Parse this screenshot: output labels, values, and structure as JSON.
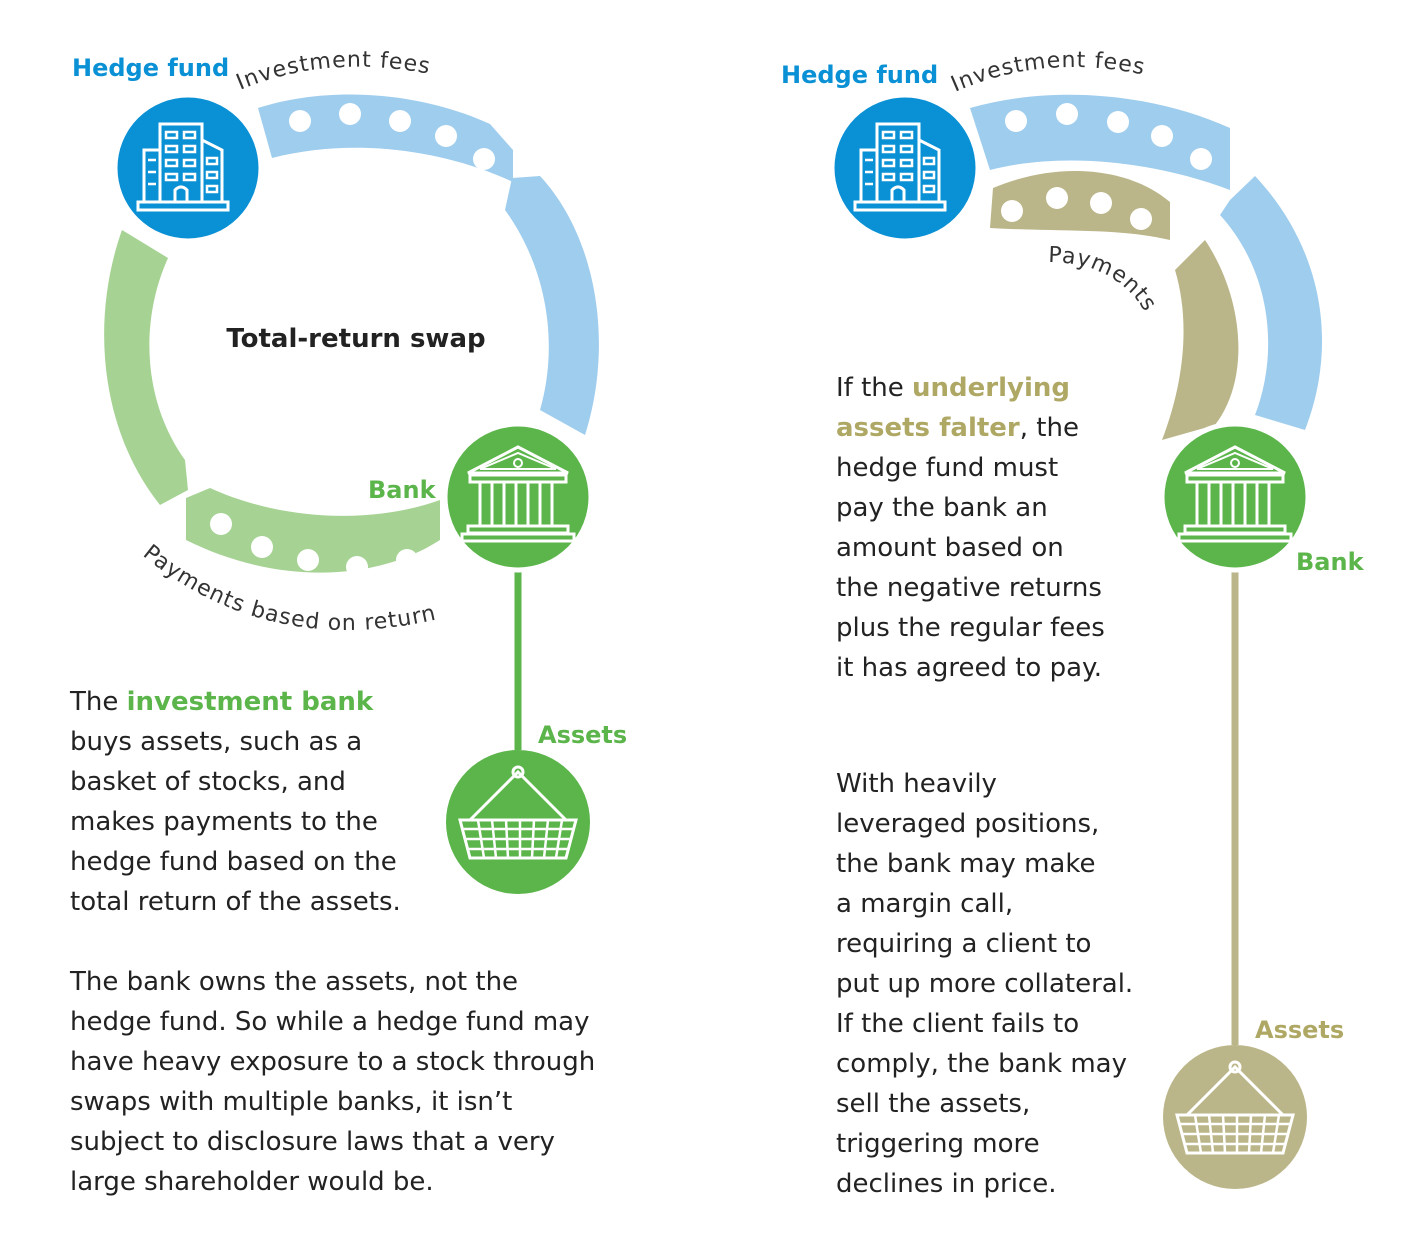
{
  "colors": {
    "blue": "#0a90d4",
    "light_blue": "#9fcdee",
    "green": "#5bb54a",
    "light_green": "#a6d394",
    "khaki": "#bbb689",
    "khaki_text": "#aea864"
  },
  "left": {
    "title": "Total-return swap",
    "hedge_fund_label": "Hedge fund",
    "bank_label": "Bank",
    "assets_label": "Assets",
    "investment_fees_label": "Investment fees",
    "payments_label": "Payments based on returns",
    "hedge_fund_icon": "office-building-icon",
    "bank_icon": "bank-building-icon",
    "assets_icon": "shopping-basket-icon",
    "para1": {
      "prefix": "The ",
      "highlight": "investment bank",
      "rest_lines": [
        "buys assets, such as a",
        "basket of stocks, and",
        "makes payments to the",
        "hedge fund based on the",
        "total return of the assets."
      ]
    },
    "para2_lines": [
      "The bank owns the assets, not the",
      "hedge fund. So while a hedge fund may",
      "have heavy exposure to a stock through",
      "swaps with multiple banks, it isn’t",
      "subject to disclosure laws that a very",
      "large shareholder would be."
    ]
  },
  "right": {
    "hedge_fund_label": "Hedge fund",
    "bank_label": "Bank",
    "assets_label": "Assets",
    "investment_fees_label": "Investment fees",
    "payments_label": "Payments",
    "hedge_fund_icon": "office-building-icon",
    "bank_icon": "bank-building-icon",
    "assets_icon": "shopping-basket-icon",
    "para1": {
      "line1_prefix": "If the ",
      "highlight_line1": "underlying",
      "highlight_line2": "assets falter",
      "line2_suffix": ", the",
      "rest_lines": [
        "hedge fund must",
        "pay the bank an",
        "amount based on",
        "the negative returns",
        "plus the regular fees",
        "it has agreed to pay."
      ]
    },
    "para2_lines": [
      "With heavily",
      "leveraged positions,",
      "the bank may make",
      "a margin call,",
      "requiring a client to",
      "put up more collateral.",
      "If the client fails to",
      "comply, the bank may",
      "sell the assets,",
      "triggering more",
      "declines in price."
    ]
  }
}
